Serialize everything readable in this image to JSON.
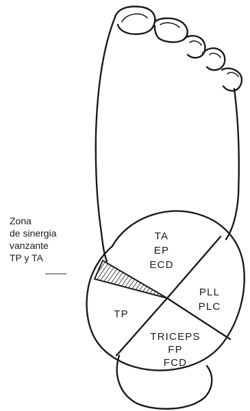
{
  "annotation": {
    "lines": [
      "Zona",
      "de sinergia",
      "vanzante",
      "TP y TA"
    ],
    "underline": "____"
  },
  "sectors": {
    "anterior": [
      "TA",
      "EP",
      "ECD"
    ],
    "lateral": [
      "PLL",
      "PLC"
    ],
    "posterior": [
      "TRICEPS",
      "FP",
      "FCD"
    ],
    "medial": [
      "TP"
    ]
  },
  "colors": {
    "ink": "#1a1a1a",
    "background": "#ffffff"
  }
}
